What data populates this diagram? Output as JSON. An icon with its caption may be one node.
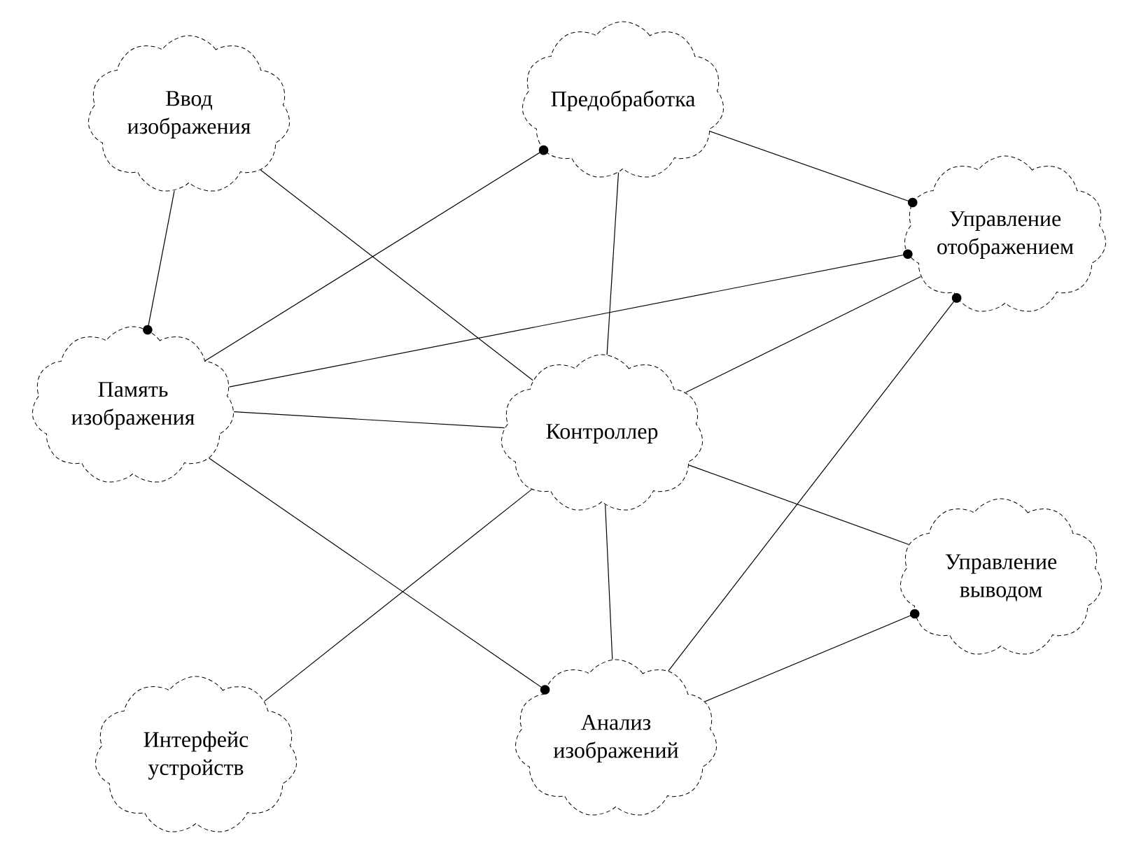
{
  "diagram": {
    "nodes": [
      {
        "text": [
          "Ввод изображения"
        ]
      },
      {
        "text": [
          "Предобработка"
        ]
      },
      {
        "text": [
          "Управление отображением"
        ]
      },
      {
        "text": [
          "Память изображения"
        ]
      },
      {
        "text": [
          "Контроллер"
        ]
      },
      {
        "text": [
          "Управление выводом"
        ]
      },
      {
        "text": [
          "Интерфейс устройств"
        ]
      },
      {
        "text": [
          "Анализ изображений"
        ]
      }
    ],
    "edges": [
      {
        "from": 0,
        "to": 3,
        "arrow": "other"
      },
      {
        "from": 0,
        "to": 4,
        "arrow": "none"
      },
      {
        "from": 3,
        "to": 1,
        "arrow": "other"
      },
      {
        "from": 1,
        "to": 2,
        "arrow": "other"
      },
      {
        "from": 1,
        "to": 4,
        "arrow": "none"
      },
      {
        "from": 3,
        "to": 2,
        "arrow": "other"
      },
      {
        "from": 4,
        "to": 2,
        "arrow": "none"
      },
      {
        "from": 7,
        "to": 2,
        "arrow": "other"
      },
      {
        "from": 3,
        "to": 4,
        "arrow": "none"
      },
      {
        "from": 3,
        "to": 7,
        "arrow": "other"
      },
      {
        "from": 6,
        "to": 4,
        "arrow": "none"
      },
      {
        "from": 4,
        "to": 5,
        "arrow": "none"
      },
      {
        "from": 4,
        "to": 7,
        "arrow": "none"
      },
      {
        "from": 7,
        "to": 5,
        "arrow": "other"
      }
    ]
  }
}
